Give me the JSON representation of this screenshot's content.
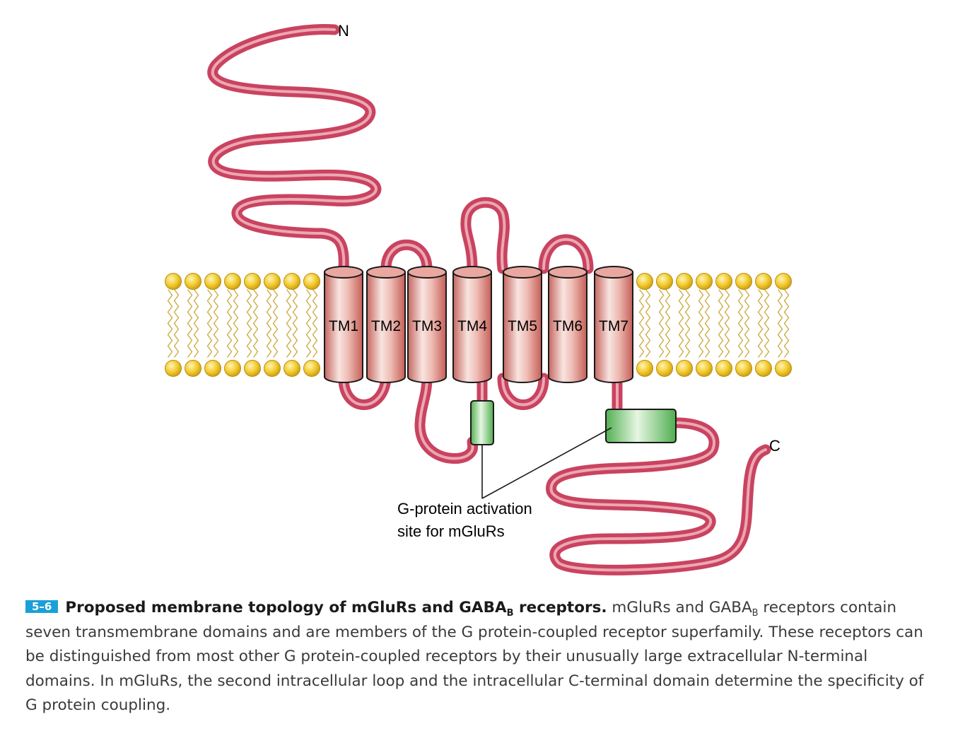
{
  "figure": {
    "terminal_labels": {
      "n": "N",
      "c": "C"
    },
    "tm_segments": [
      "TM1",
      "TM2",
      "TM3",
      "TM4",
      "TM5",
      "TM6",
      "TM7"
    ],
    "callout": {
      "line1": "G-protein activation",
      "line2": "site for mGluRs"
    },
    "colors": {
      "chain": "#d9546e",
      "chain_highlight": "#f4c0c9",
      "helix_dark": "#c56760",
      "helix_light": "#f8e4e0",
      "lipid_head": "#f1c62a",
      "lipid_tail": "#c9a93a",
      "activation_site": "#6fc46f"
    }
  },
  "caption": {
    "number": "5–6",
    "title_pre": "Proposed membrane topology of mGluRs and GABA",
    "title_sub": "B",
    "title_post": " receptors.",
    "body_1": " mGluRs and GABA",
    "body_sub": "B",
    "body_2": " receptors contain seven transmembrane domains and are members of the G protein-coupled receptor superfamily. These receptors can be distinguished from most other G protein-coupled receptors by their unusually large extracellular N-terminal domains. In mGluRs, the second intracellular loop and the intracellular C-terminal domain determine the specificity of G protein coupling."
  }
}
